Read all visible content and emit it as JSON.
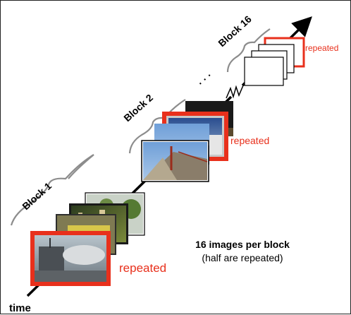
{
  "blocks": [
    {
      "label": "Block 1"
    },
    {
      "label": "Block 2"
    },
    {
      "label": "Block 16"
    }
  ],
  "ellipsis": "· · ·",
  "repeated_label": "repeated",
  "axis_label": "time",
  "caption": {
    "line1": "16 images per block",
    "line2": "(half are repeated)"
  },
  "colors": {
    "repeated": "#e8301c",
    "axis": "#000000",
    "brace": "#8c8c8c"
  }
}
